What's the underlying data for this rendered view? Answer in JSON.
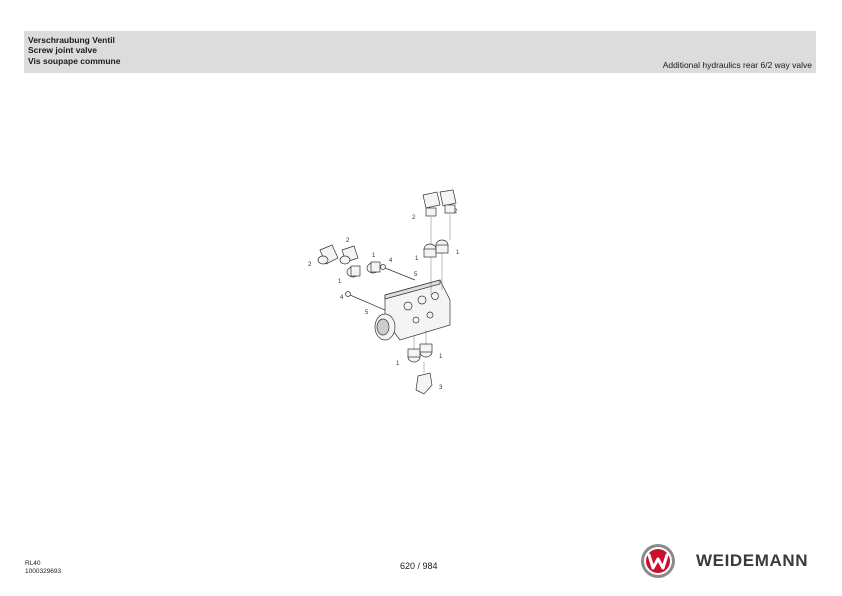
{
  "header": {
    "title_de": "Verschraubung Ventil",
    "title_en": "Screw joint valve",
    "title_fr": "Vis soupape commune",
    "section": "Additional hydraulics rear 6/2 way valve"
  },
  "drawing": {
    "callouts": [
      "2",
      "2",
      "1",
      "1",
      "2",
      "2",
      "1",
      "1",
      "4",
      "5",
      "4",
      "5",
      "1",
      "1",
      "3"
    ]
  },
  "footer": {
    "model": "RL40",
    "doc_number": "1000329693",
    "page": "620 / 984",
    "brand": "WEIDEMANN"
  },
  "colors": {
    "header_bg": "#dcdcdc",
    "logo_red": "#c8102e"
  }
}
